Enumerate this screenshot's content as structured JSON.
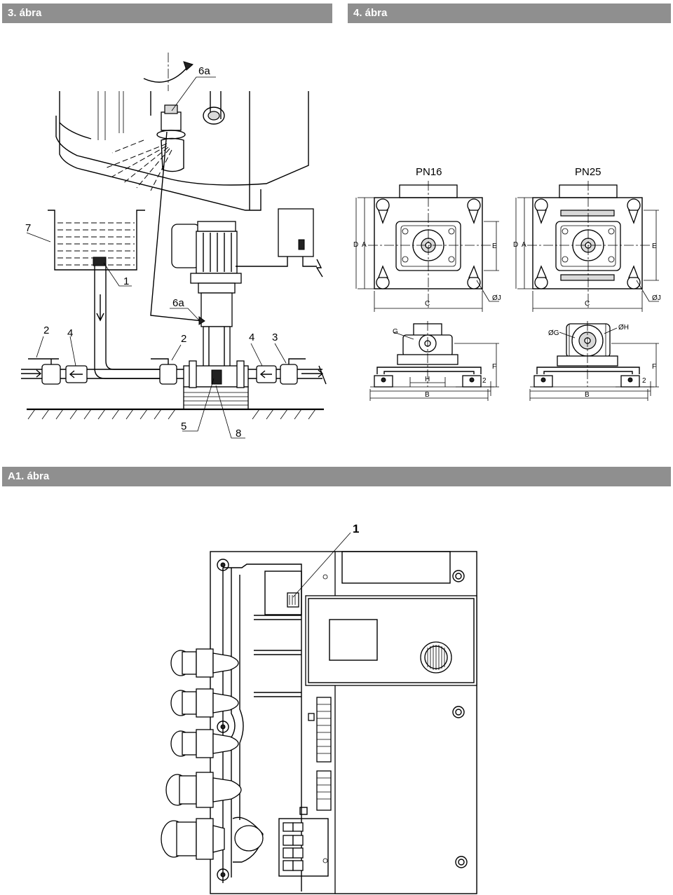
{
  "headers": {
    "fig3": "3. ábra",
    "fig4": "4. ábra",
    "figA1": "A1. ábra"
  },
  "fig3": {
    "labels": {
      "l6a_top": "6a",
      "l7": "7",
      "l1": "1",
      "l6a_mid": "6a",
      "l2_left": "2",
      "l4_left": "4",
      "l2_right": "2",
      "l4_right": "4",
      "l3": "3",
      "l5": "5",
      "l8": "8"
    }
  },
  "fig4": {
    "pn16": {
      "title": "PN16",
      "dims": {
        "D": "D",
        "A": "A",
        "E": "E",
        "C": "C",
        "J": "ØJ",
        "G": "G",
        "H": "H",
        "F": "F",
        "two": "2",
        "B": "B"
      }
    },
    "pn25": {
      "title": "PN25",
      "dims": {
        "D": "D",
        "A": "A",
        "E": "E",
        "C": "C",
        "J": "ØJ",
        "G": "ØG",
        "H": "ØH",
        "F": "F",
        "two": "2",
        "B": "B"
      }
    }
  },
  "figA1": {
    "label1": "1"
  }
}
